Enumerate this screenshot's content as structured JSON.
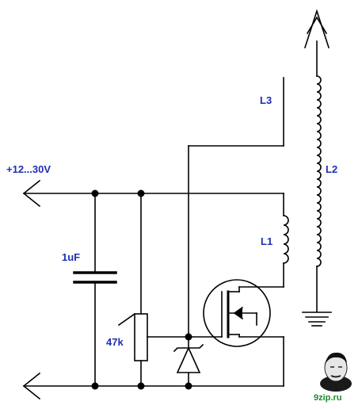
{
  "labels": {
    "supply": "+12...30V",
    "capacitor": "1uF",
    "resistor": "47k",
    "coil1": "L1",
    "coil2": "L2",
    "coil3": "L3"
  },
  "watermark": {
    "text": "9zip.ru"
  },
  "colors": {
    "wire": "#000000",
    "label": "#1e2fb4",
    "watermark": "#1d8a2a"
  }
}
